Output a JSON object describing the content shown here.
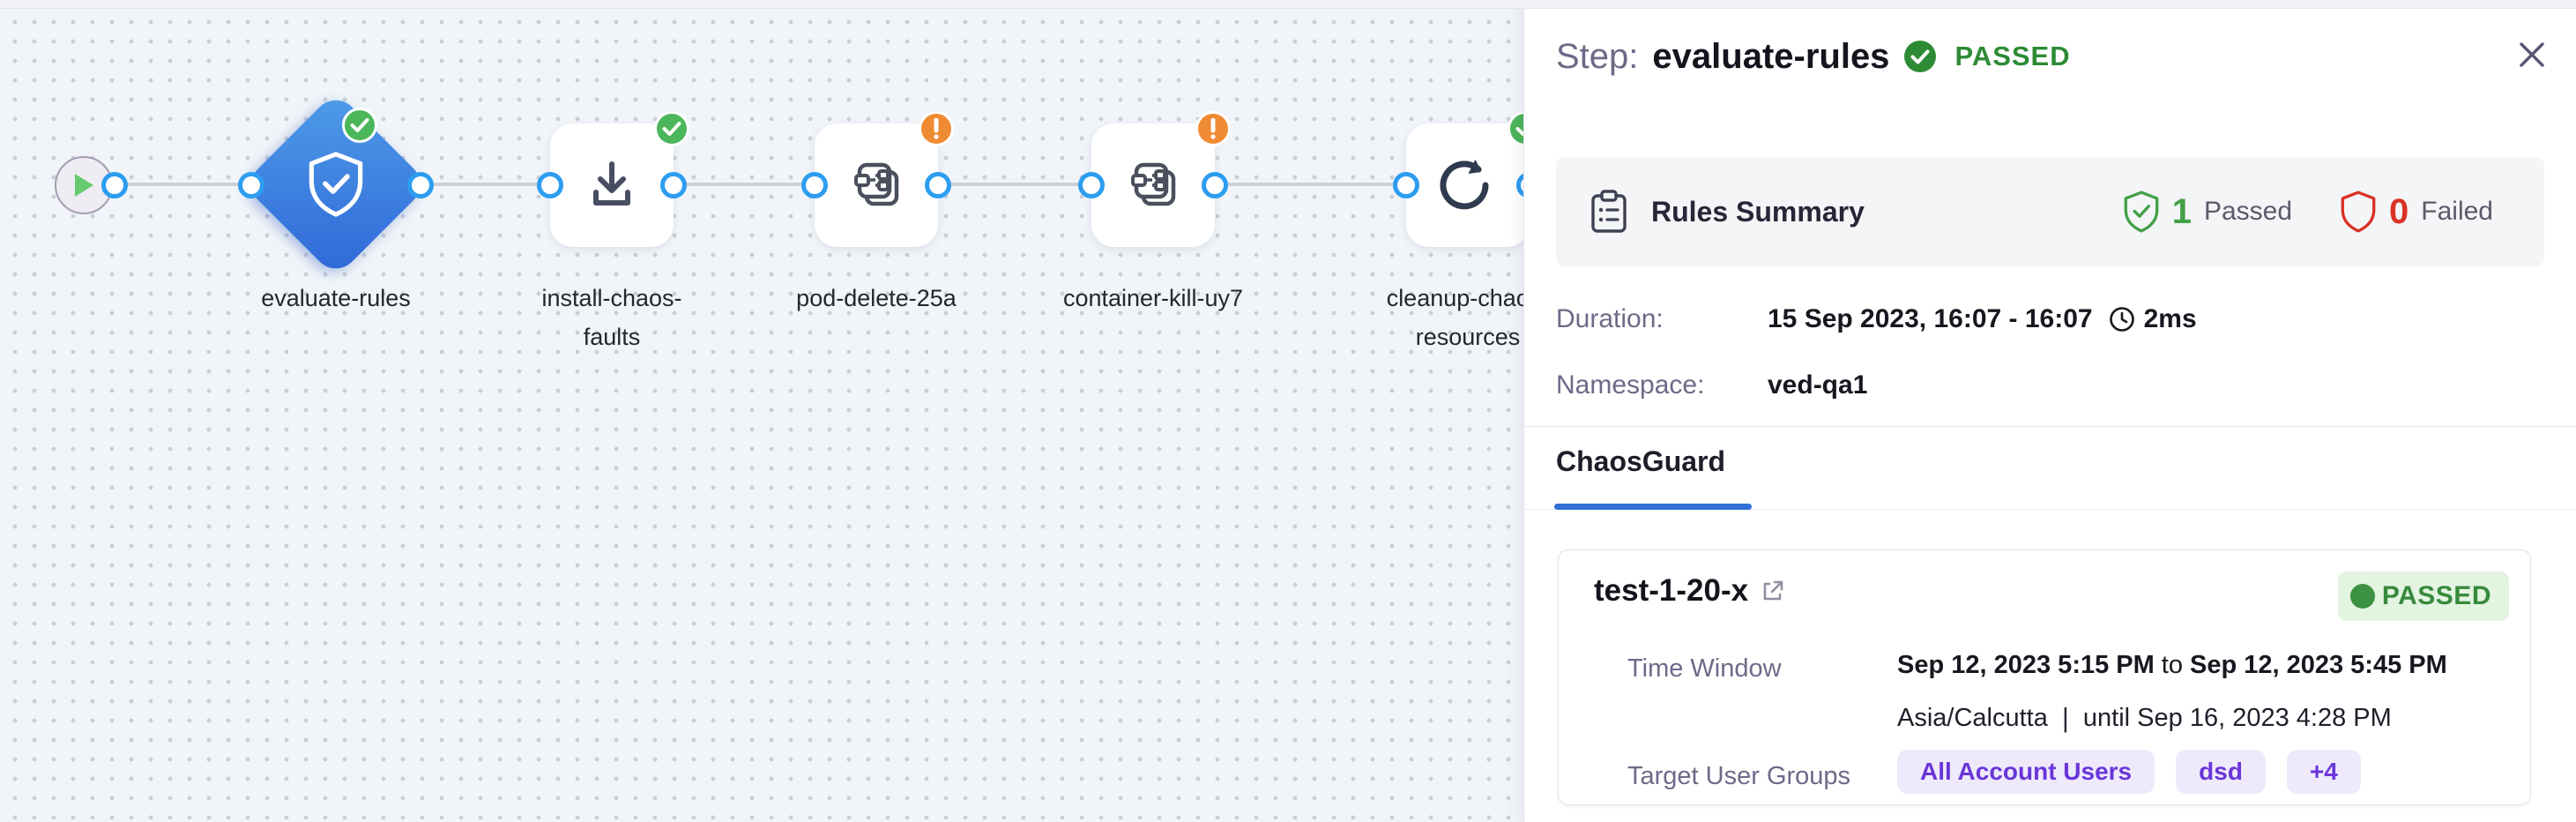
{
  "workflow": {
    "nodes": [
      {
        "id": "start",
        "icon": "play-icon"
      },
      {
        "id": "evaluate-rules",
        "label": "evaluate-rules",
        "status": "passed",
        "selected": true,
        "icon": "shield-check-icon"
      },
      {
        "id": "install-chaos-faults",
        "line1": "install-chaos-",
        "line2": "faults",
        "status": "passed",
        "icon": "download-icon"
      },
      {
        "id": "pod-delete-25a",
        "label": "pod-delete-25a",
        "status": "warning",
        "icon": "chaos-fault-icon"
      },
      {
        "id": "container-kill-uy7",
        "label": "container-kill-uy7",
        "status": "warning",
        "icon": "chaos-fault-icon"
      },
      {
        "id": "cleanup-chaos-resources",
        "line1": "cleanup-chaos-",
        "line2": "resources",
        "status": "passed",
        "icon": "retry-icon"
      }
    ]
  },
  "panel": {
    "header": {
      "prefix": "Step:",
      "step_name": "evaluate-rules",
      "status": "PASSED"
    },
    "rules_summary": {
      "title": "Rules Summary",
      "passed_count": "1",
      "passed_label": "Passed",
      "failed_count": "0",
      "failed_label": "Failed"
    },
    "details": {
      "duration_label": "Duration:",
      "duration_value": "15 Sep 2023, 16:07 - 16:07",
      "elapsed": "2ms",
      "namespace_label": "Namespace:",
      "namespace_value": "ved-qa1"
    },
    "tabs": [
      {
        "label": "ChaosGuard",
        "active": true
      }
    ],
    "guard_card": {
      "name": "test-1-20-x",
      "status": "PASSED",
      "time_window_label": "Time Window",
      "time_from": "Sep 12, 2023 5:15 PM",
      "time_join": "to",
      "time_to": "Sep 12, 2023 5:45 PM",
      "timezone": "Asia/Calcutta",
      "until_text": "until Sep 16, 2023 4:28 PM",
      "target_label": "Target User Groups",
      "tags": [
        "All Account Users",
        "dsd",
        "+4"
      ]
    }
  },
  "icons": [
    "play-icon",
    "shield-check-icon",
    "download-icon",
    "chaos-fault-icon",
    "retry-icon",
    "check-badge-icon",
    "warning-badge-icon",
    "clipboard-icon",
    "shield-pass-icon",
    "shield-fail-icon",
    "clock-icon",
    "external-link-icon",
    "close-icon",
    "status-dot-icon"
  ],
  "colors": {
    "accent_blue": "#2c9df0",
    "selected_node_gradient": [
      "#4f9ce8",
      "#2f68d8"
    ],
    "success_green": "#4cb75a",
    "warning_orange": "#ef8b33",
    "passed_text_green": "#2e8b35",
    "failed_red": "#d93125",
    "tab_underline_blue": "#2f6fd6",
    "tag_purple": "#6a35d9",
    "tag_bg": "#eeeafb",
    "badge_bg_green": "#e3f4e1",
    "canvas_bg": "#f1f5f9"
  }
}
